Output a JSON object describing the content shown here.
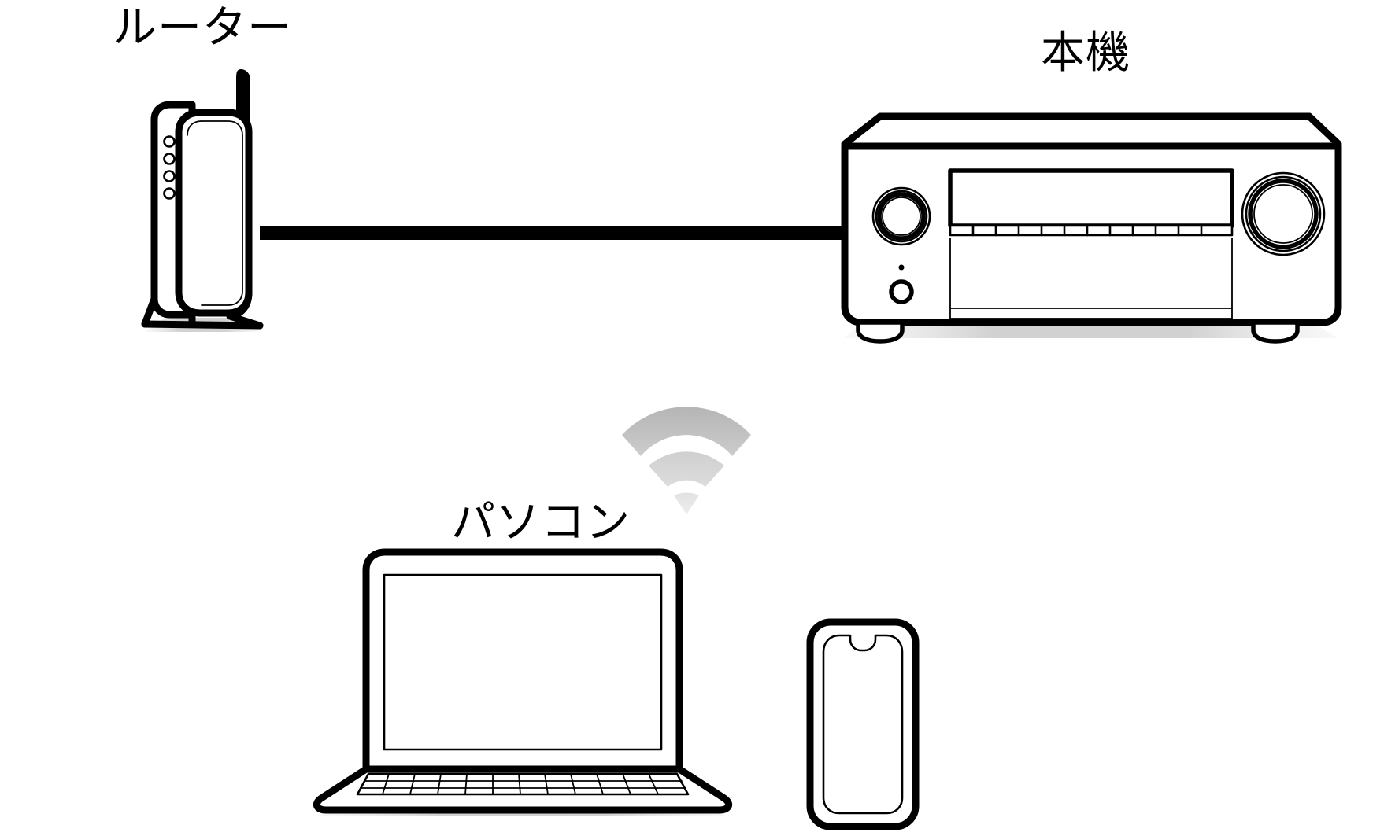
{
  "diagram": {
    "title_visible": false,
    "background_color": "#ffffff",
    "line_color": "#000000",
    "shadow_color": "#d9d9d9",
    "labels": {
      "router": "ルーター",
      "receiver": "本機",
      "computer": "パソコン"
    },
    "devices": [
      {
        "id": "router",
        "label": "ルーター",
        "type": "wireless-router",
        "features": [
          "antenna",
          "status-leds",
          "stand",
          "ethernet-port"
        ],
        "led_count": 4
      },
      {
        "id": "receiver",
        "label": "本機",
        "type": "av-receiver",
        "features": [
          "volume-knob-left",
          "volume-knob-right",
          "display-panel",
          "button-row",
          "power-button",
          "ir-sensor",
          "feet"
        ],
        "feet_count": 2
      },
      {
        "id": "computer",
        "label": "パソコン",
        "type": "laptop",
        "features": [
          "screen",
          "keyboard",
          "base"
        ]
      },
      {
        "id": "smartphone",
        "label": "",
        "type": "smartphone",
        "features": [
          "notch",
          "screen"
        ]
      }
    ],
    "connections": [
      {
        "id": "ethernet",
        "from": "router",
        "to": "receiver",
        "medium": "wired",
        "style": "solid-thick-line"
      },
      {
        "id": "wireless",
        "from": "receiver",
        "to": "computer",
        "medium": "wireless",
        "style": "wifi-arcs",
        "arc_count": 3
      }
    ],
    "wifi_icon": {
      "name": "wifi-icon",
      "arc_colors": [
        "#bfbfbf",
        "#d4d4d4",
        "#e8e8e8"
      ]
    }
  }
}
